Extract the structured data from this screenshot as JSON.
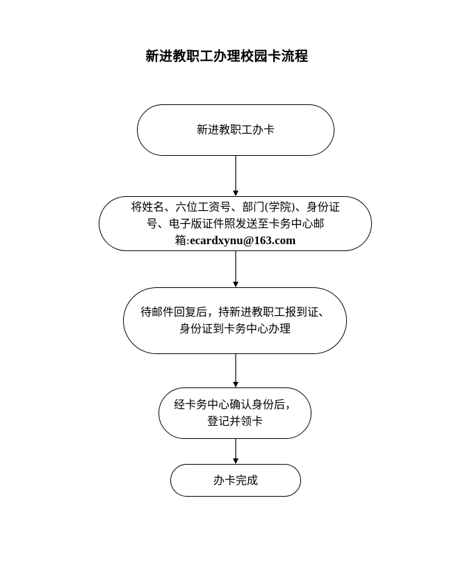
{
  "title": "新进教职工办理校园卡流程",
  "steps": [
    {
      "lines": [
        "新进教职工办卡"
      ]
    },
    {
      "lines": [
        "将姓名、六位工资号、部门(学院)、身份证",
        "号、电子版证件照发送至卡务中心邮"
      ],
      "email_prefix": "箱:",
      "email": "ecardxynu@163.com"
    },
    {
      "lines": [
        "待邮件回复后，持新进教职工报到证、",
        "身份证到卡务中心办理"
      ]
    },
    {
      "lines": [
        "经卡务中心确认身份后，",
        "登记并领卡"
      ]
    },
    {
      "lines": [
        "办卡完成"
      ]
    }
  ]
}
